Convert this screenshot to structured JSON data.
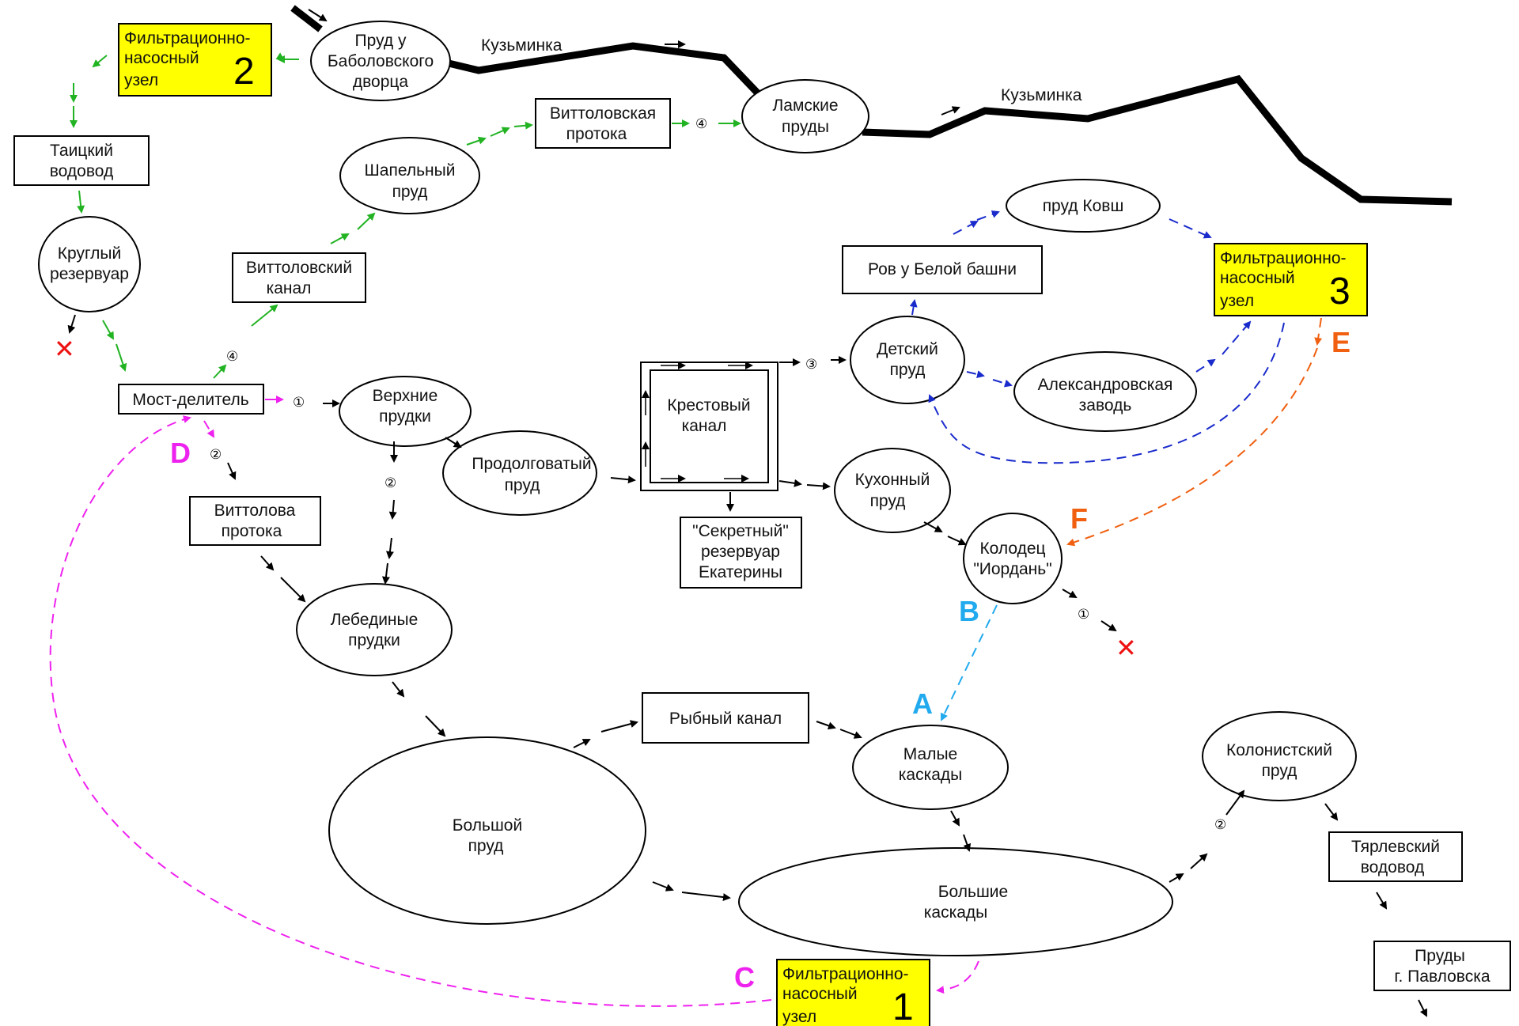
{
  "colors": {
    "black": "#000000",
    "green": "#22b322",
    "blue": "#1a2bcc",
    "magenta": "#ee22ee",
    "cyan": "#22aaee",
    "orange": "#f06010",
    "red": "#ee1111",
    "yellow": "#ffff00"
  },
  "rivers": {
    "label_1": "Кузьминка",
    "label_2": "Кузьминка"
  },
  "nodes": {
    "fnu2": {
      "line1": "Фильтрационно-",
      "line2": "насосный",
      "line3": "узел",
      "number": "2"
    },
    "fnu3": {
      "line1": "Фильтрационно-",
      "line2": "насосный",
      "line3": "узел",
      "number": "3"
    },
    "fnu1": {
      "line1": "Фильтрационно-",
      "line2": "насосный",
      "line3": "узел",
      "number": "1"
    },
    "babolovo": {
      "line1": "Пруд у",
      "line2": "Баболовского",
      "line3": "дворца"
    },
    "lamskie": {
      "line1": "Ламские",
      "line2": "пруды"
    },
    "vittolovskaya_protoka": {
      "line1": "Виттоловская",
      "line2": "протока"
    },
    "taitsky": {
      "line1": "Таицкий",
      "line2": "водовод"
    },
    "shapelny": {
      "line1": "Шапельный",
      "line2": "пруд"
    },
    "krugly": {
      "line1": "Круглый",
      "line2": "резервуар"
    },
    "vittolovsky_kanal": {
      "line1": "Виттоловский",
      "line2": "канал"
    },
    "most": {
      "line1": "Мост-делитель"
    },
    "verkhnie": {
      "line1": "Верхние",
      "line2": "прудки"
    },
    "prodolgovaty": {
      "line1": "Продолговатый",
      "line2": "пруд"
    },
    "krestovy": {
      "line1": "Крестовый",
      "line2": "канал"
    },
    "sekretny": {
      "line1": "\"Секретный\"",
      "line2": "резервуар",
      "line3": "Екатерины"
    },
    "detsky": {
      "line1": "Детский",
      "line2": "пруд"
    },
    "rov": {
      "line1": "Ров у Белой башни"
    },
    "kovsh": {
      "line1": "пруд Ковш"
    },
    "aleksandrovskaya": {
      "line1": "Александровская",
      "line2": "заводь"
    },
    "kukhonny": {
      "line1": "Кухонный",
      "line2": "пруд"
    },
    "kolodets": {
      "line1": "Колодец",
      "line2": "\"Иордань\""
    },
    "vittolova_protoka": {
      "line1": "Виттолова",
      "line2": "протока"
    },
    "lebedinye": {
      "line1": "Лебединые",
      "line2": "прудки"
    },
    "rybny": {
      "line1": "Рыбный канал"
    },
    "malye": {
      "line1": "Малые",
      "line2": "каскады"
    },
    "bolshoy": {
      "line1": "Большой",
      "line2": "пруд"
    },
    "bolshie": {
      "line1": "Большие",
      "line2": "каскады"
    },
    "kolonistsky": {
      "line1": "Колонистский",
      "line2": "пруд"
    },
    "tyarlevsky": {
      "line1": "Тярлевский",
      "line2": "водовод"
    },
    "pavlovsk": {
      "line1": "Пруды",
      "line2": "г. Павловска"
    }
  },
  "letters": {
    "A": "A",
    "B": "B",
    "C": "C",
    "D": "D",
    "E": "E",
    "F": "F"
  },
  "circled_numbers": {
    "n4_top": "④",
    "n4_left": "④",
    "n1_most": "①",
    "n2_most": "②",
    "n2_verkh": "②",
    "n3_krest": "③",
    "n1_kolodets": "①",
    "n2_kolon": "②"
  },
  "marks": {
    "cross": "✕"
  }
}
